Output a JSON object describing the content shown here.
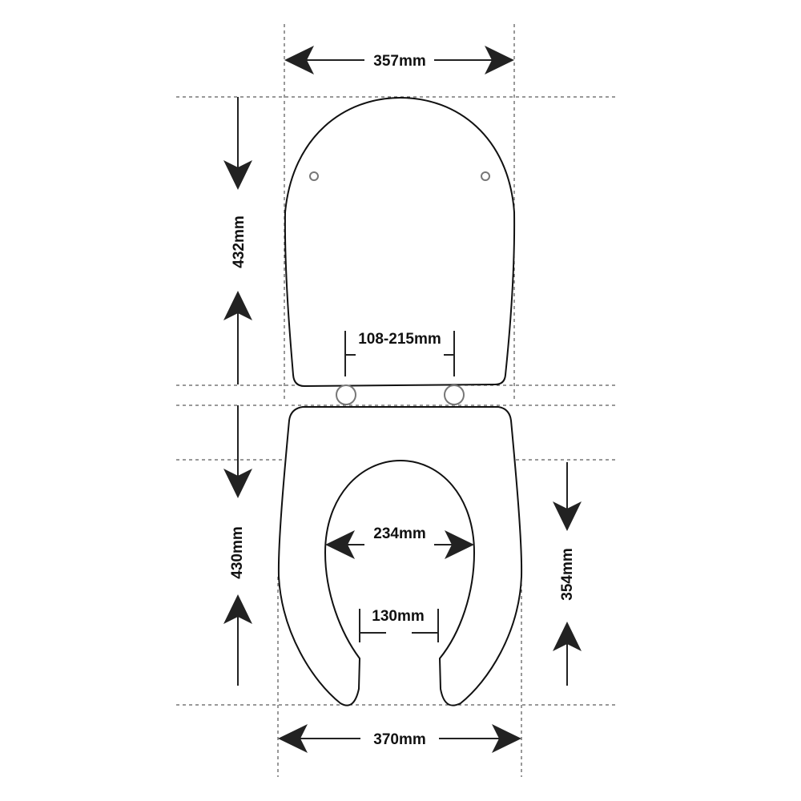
{
  "dimensions": {
    "lid_width": "357mm",
    "lid_length": "432mm",
    "hinge_spacing": "108-215mm",
    "seat_length": "430mm",
    "opening_length": "354mm",
    "opening_width": "234mm",
    "front_gap": "130mm",
    "seat_width": "370mm"
  }
}
